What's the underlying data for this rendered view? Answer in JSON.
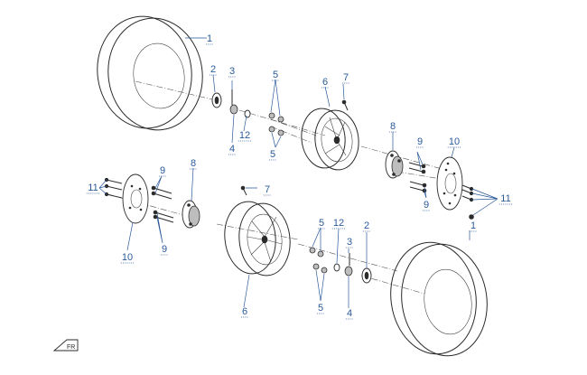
{
  "diagram": {
    "callouts": [
      {
        "id": "c1a",
        "text": "1"
      },
      {
        "id": "c2a",
        "text": "2"
      },
      {
        "id": "c3a",
        "text": "3"
      },
      {
        "id": "c4a",
        "text": "4"
      },
      {
        "id": "c5a",
        "text": "5"
      },
      {
        "id": "c5b",
        "text": "5"
      },
      {
        "id": "c6a",
        "text": "6"
      },
      {
        "id": "c7a",
        "text": "7"
      },
      {
        "id": "c12a",
        "text": "12"
      },
      {
        "id": "c8a",
        "text": "8"
      },
      {
        "id": "c9a",
        "text": "9"
      },
      {
        "id": "c9b",
        "text": "9"
      },
      {
        "id": "c10a",
        "text": "10"
      },
      {
        "id": "c11a",
        "text": "11"
      },
      {
        "id": "c11b",
        "text": "11"
      },
      {
        "id": "c9c",
        "text": "9"
      },
      {
        "id": "c9d",
        "text": "9"
      },
      {
        "id": "c8b",
        "text": "8"
      },
      {
        "id": "c10b",
        "text": "10"
      },
      {
        "id": "c7b",
        "text": "7"
      },
      {
        "id": "c6b",
        "text": "6"
      },
      {
        "id": "c5c",
        "text": "5"
      },
      {
        "id": "c5d",
        "text": "5"
      },
      {
        "id": "c12b",
        "text": "12"
      },
      {
        "id": "c2b",
        "text": "2"
      },
      {
        "id": "c3b",
        "text": "3"
      },
      {
        "id": "c4b",
        "text": "4"
      },
      {
        "id": "c1b",
        "text": "1"
      }
    ],
    "front_marker_label": "FR"
  }
}
